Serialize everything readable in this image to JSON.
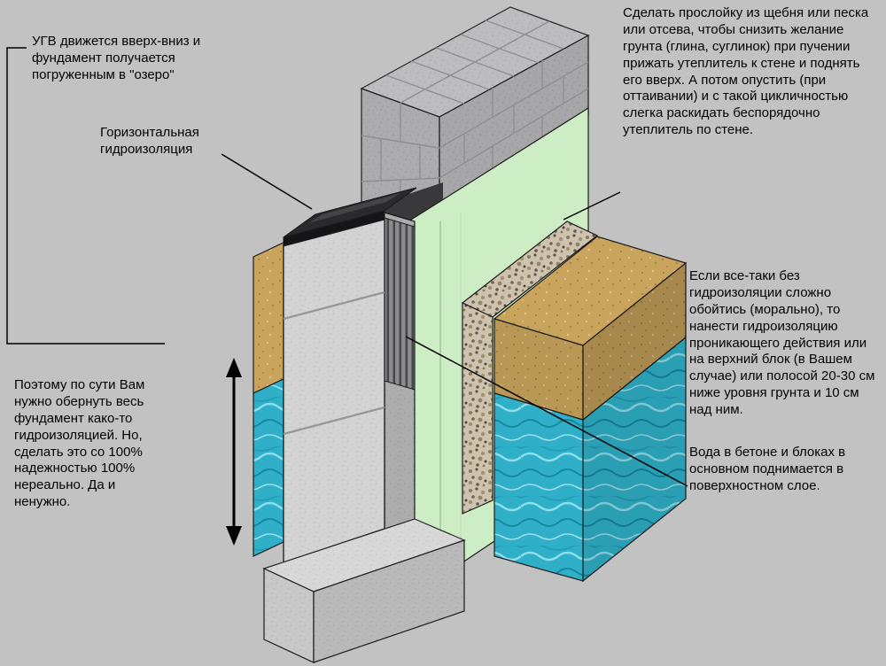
{
  "annotations": {
    "ugv_note": "УГВ движется вверх-вниз и фундамент получается погруженным в \"озеро\"",
    "horizontal_waterproofing_label": "Горизонтальная гидроизоляция",
    "wrap_foundation_note": "Поэтому по сути Вам нужно обернуть весь фундамент како-то гидроизоляцией. Но, сделать это со 100% надежностью 100% нереально. Да и ненужно.",
    "gravel_layer_note": "Сделать прослойку из щебня или песка или отсева, чтобы снизить желание грунта (глина, суглинок) при пучении прижать утеплитель к стене и поднять его вверх. А потом опустить (при оттаивании) и с такой цикличностью слегка раскидать беспорядочно утеплитель по стене.",
    "penetrating_waterproofing_note": "Если все-таки без гидроизоляции сложно обойтись (морально), то нанести гидроизоляцию проникающего действия или на верхний блок (в Вашем случае) или полосой 20-30 см ниже уровня грунта и 10 см над ним.",
    "water_rise_note": "Вода в бетоне и блоках в основном поднимается в поверхностном слое."
  },
  "colors": {
    "background": "#c2c2c2",
    "soil": "#c9a45c",
    "water": "#2fb0c8",
    "insulation": "#cdeec4",
    "concrete": "#d3d3d3",
    "masonry": "#b6b6b8",
    "waterproofing": "#2a2a2c",
    "gravel": "#cdc3ae",
    "outline": "#1c1c1c"
  }
}
